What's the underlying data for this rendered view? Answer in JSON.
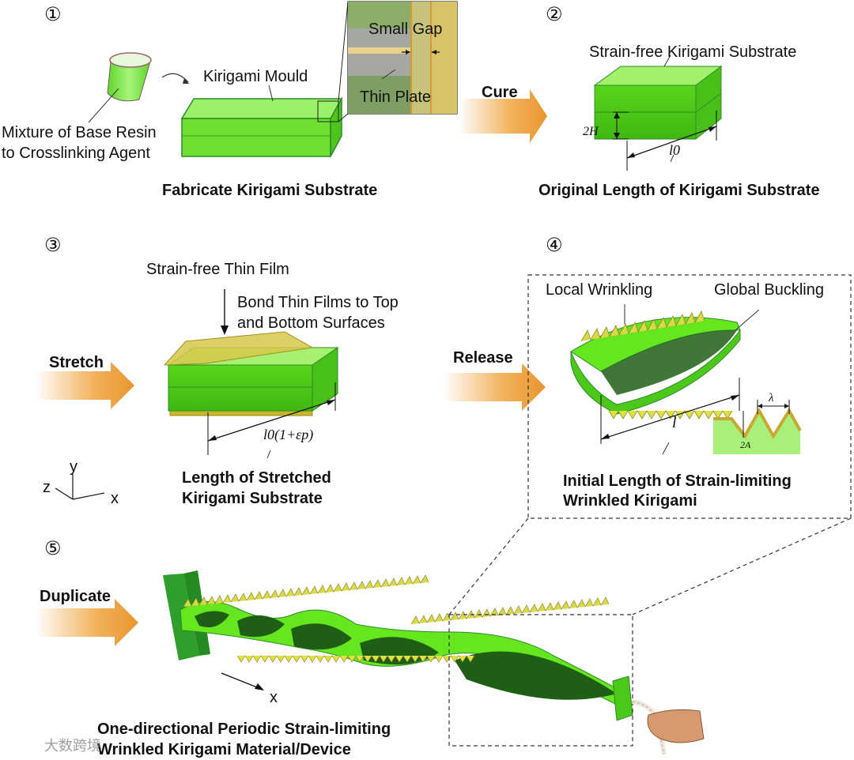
{
  "steps": {
    "s1": "①",
    "s2": "②",
    "s3": "③",
    "s4": "④",
    "s5": "⑤"
  },
  "panel1": {
    "mixture_line1": "Mixture of Base Resin",
    "mixture_line2": "to Crosslinking Agent",
    "mould": "Kirigami Mould",
    "small_gap": "Small Gap",
    "thin_plate": "Thin Plate",
    "caption": "Fabricate Kirigami Substrate"
  },
  "arrows": {
    "cure": "Cure",
    "stretch": "Stretch",
    "release": "Release",
    "duplicate": "Duplicate"
  },
  "panel2": {
    "substrate": "Strain-free Kirigami Substrate",
    "height": "2H",
    "length": "l0",
    "caption": "Original Length of Kirigami Substrate"
  },
  "panel3": {
    "film": "Strain-free Thin Film",
    "bond_line1": "Bond Thin Films to Top",
    "bond_line2": "and Bottom Surfaces",
    "length": "l0(1+εp)",
    "caption_line1": "Length of Stretched",
    "caption_line2": "Kirigami Substrate",
    "axis_x": "x",
    "axis_y": "y",
    "axis_z": "z"
  },
  "panel4": {
    "local": "Local Wrinkling",
    "global": "Global Buckling",
    "length": "l",
    "lambda": "λ",
    "amplitude": "2A",
    "caption_line1": "Initial Length of Strain-limiting",
    "caption_line2": "Wrinkled Kirigami"
  },
  "panel5": {
    "axis_x": "x",
    "caption_line1": "One-directional Periodic Strain-limiting",
    "caption_line2": "Wrinkled Kirigami Material/Device",
    "watermark": "大数跨境"
  },
  "colors": {
    "green": "#66e61e",
    "dark_green": "#2f9e2a",
    "yellow": "#d8d84a",
    "arrow": "#f0a846"
  }
}
